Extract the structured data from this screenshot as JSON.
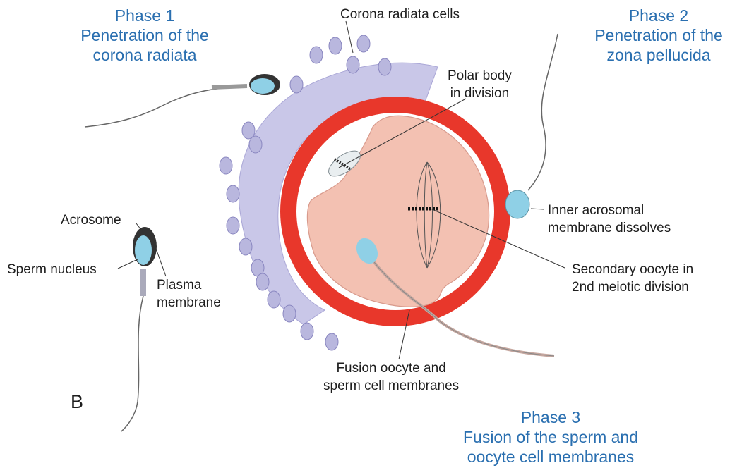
{
  "phases": [
    {
      "title": "Phase 1",
      "line1": "Penetration of the",
      "line2": "corona radiata"
    },
    {
      "title": "Phase 2",
      "line1": "Penetration of the",
      "line2": "zona pellucida"
    },
    {
      "title": "Phase 3",
      "line1": "Fusion of the sperm and",
      "line2": "oocyte cell membranes"
    }
  ],
  "labels": {
    "corona": "Corona radiata cells",
    "polar1": "Polar body",
    "polar2": "in division",
    "acrosome": "Acrosome",
    "nucleus": "Sperm nucleus",
    "plasma1": "Plasma",
    "plasma2": "membrane",
    "inner1": "Inner acrosomal",
    "inner2": "membrane dissolves",
    "secondary1": "Secondary oocyte in",
    "secondary2": "2nd meiotic division",
    "fusion1": "Fusion oocyte and",
    "fusion2": "sperm cell membranes",
    "panel": "B"
  },
  "colors": {
    "zona": "#e8372b",
    "cytoplasm": "#f3c1b2",
    "corona": "#b9b7de",
    "sperm_head": "#8fd0e6",
    "phase_text": "#2a6fb0"
  }
}
